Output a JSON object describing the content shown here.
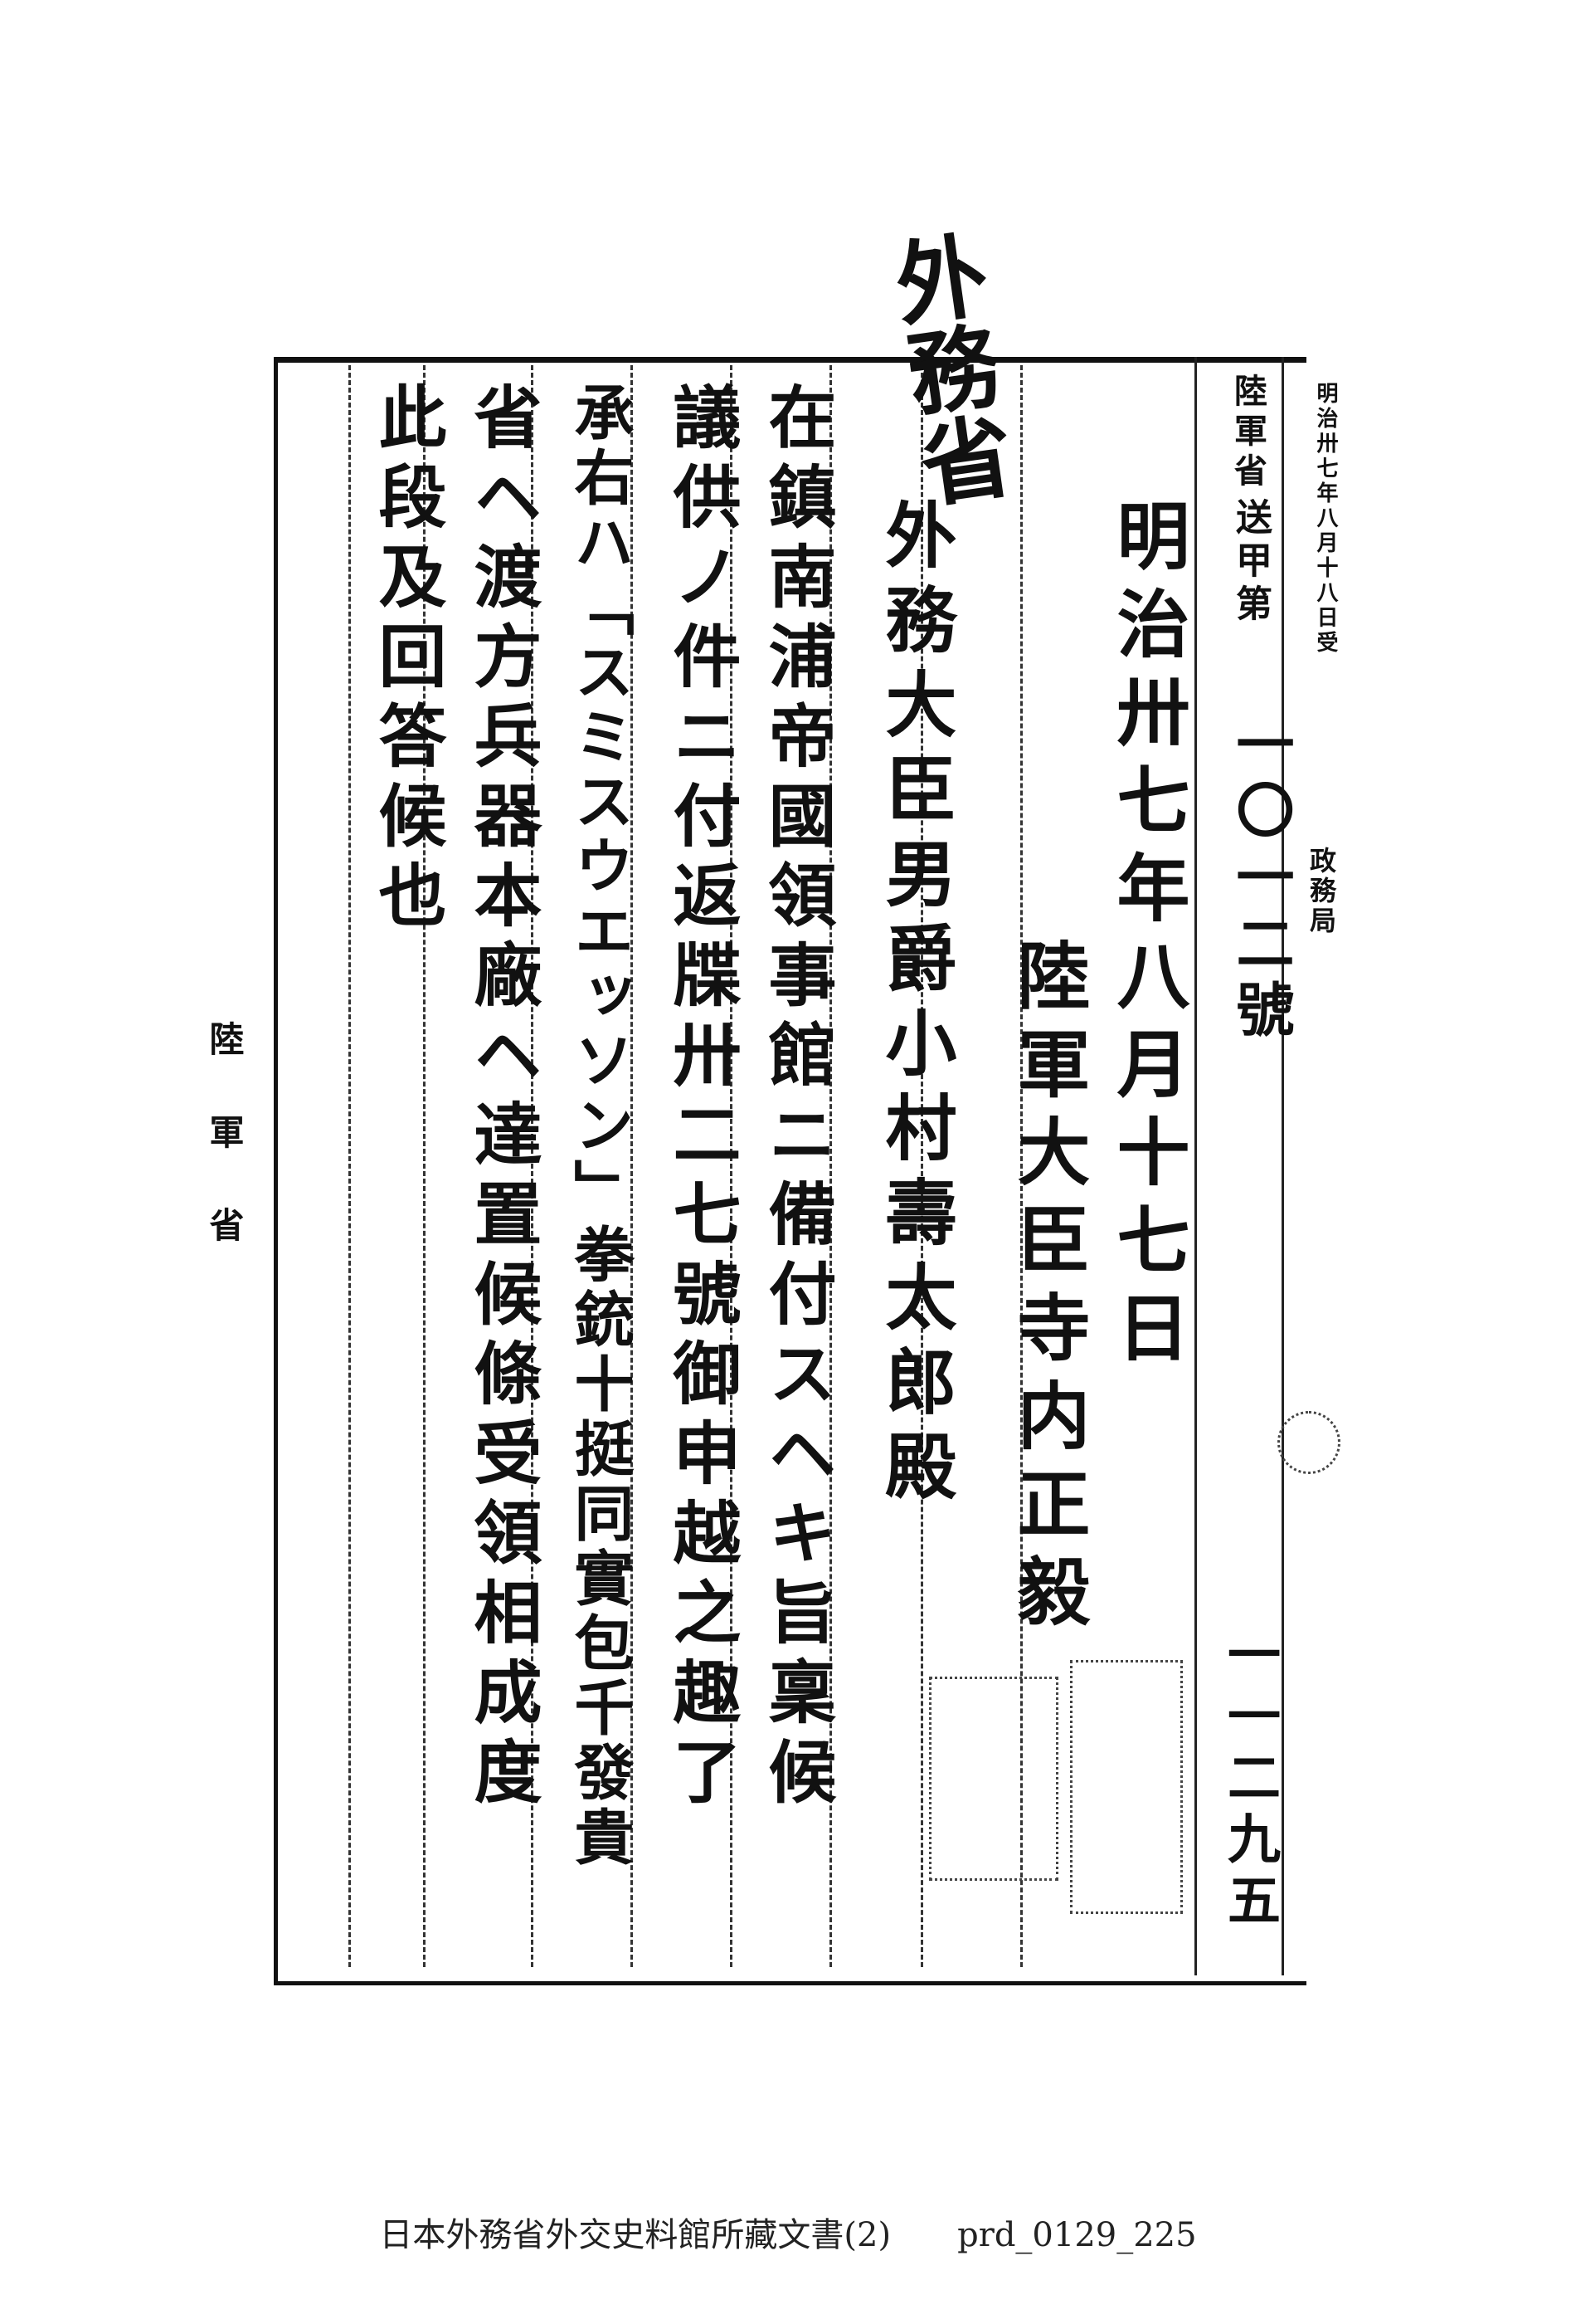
{
  "document": {
    "file_note": "外務省",
    "recipient_header": "外務大臣男爵小村壽太郎殿",
    "doc_type": "送甲第",
    "ministry": "陸軍省",
    "doc_number": "一〇一二號",
    "date": "明治卅七年八月十七日",
    "sender": "陸軍大臣寺内正毅",
    "edge_notes": "明治卅七年八月十八日受",
    "bureau": "政務局",
    "receipt_number": "一一二九五",
    "body_lines": [
      "在鎮南浦帝國領事館ニ備付スヘキ旨稟候",
      "議供ノ件ニ付返牒卅二七號御申越之趣了",
      "承右ハ「スミスウエッソン」拳銃十挺同實包千發貴",
      "省ヘ渡方兵器本廠ヘ達置候條受領相成度",
      "此段及回答候也"
    ],
    "left_margin_note": "陸軍省"
  },
  "footer": {
    "archive": "日本外務省外交史料館所藏文書(2)",
    "doc_id": "prd_0129_225"
  }
}
